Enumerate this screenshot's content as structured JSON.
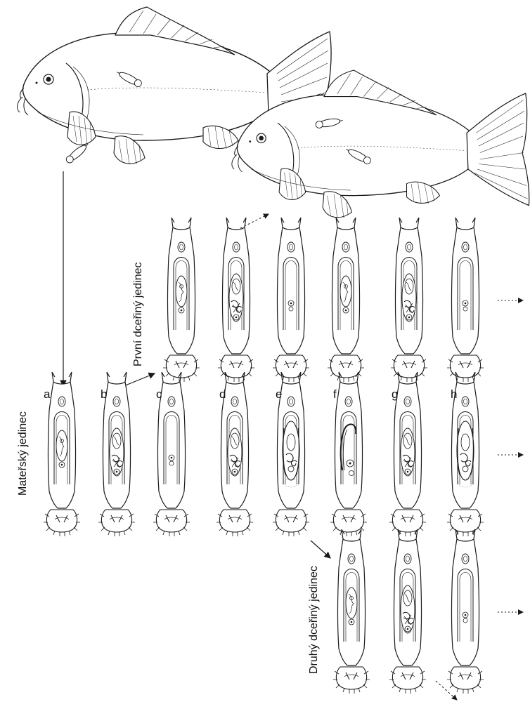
{
  "labels": {
    "mother": "Mateřský jedinec",
    "first_daughter": "První dceřiný jedinec",
    "second_daughter": "Druhý dceřiný jedinec"
  },
  "stage_letters": [
    "a",
    "b",
    "c",
    "d",
    "e",
    "f",
    "g",
    "h"
  ],
  "rows": {
    "first_daughter": {
      "count": 6
    },
    "mother": {
      "count": 8
    },
    "second_daughter": {
      "count": 3
    }
  },
  "colors": {
    "ink": "#1a1a1a",
    "paper": "#ffffff"
  },
  "icons": [
    "fish",
    "parasite-worm",
    "arrow",
    "dotted-arrow"
  ]
}
